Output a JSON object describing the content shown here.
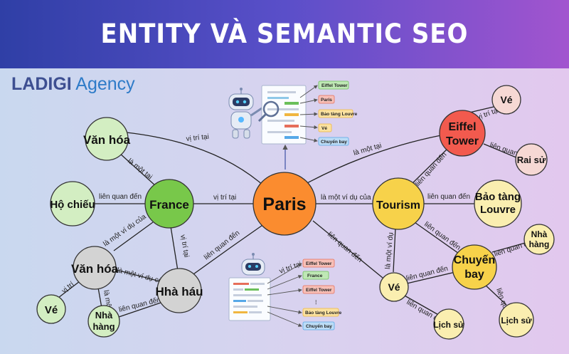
{
  "title": "ENTITY VÀ SEMANTIC SEO",
  "logo": {
    "part1": "LADIGI",
    "part2": " Agency"
  },
  "nodes": {
    "paris": "Paris",
    "france": "France",
    "tourism": "Tourism",
    "van_hoa_top": "Văn hóa",
    "ho_chieu": "Hộ chiếu",
    "van_hoa_bottom": "Văn hóa",
    "ve_left": "Vé",
    "nha_hang_left": [
      "Nhà",
      "hàng"
    ],
    "hha_hau": "Hhà háu",
    "eiffel_tower": [
      "Eiffel",
      "Tower"
    ],
    "ve_top_right": "Vé",
    "rai_su": "Rai sử",
    "bao_tang_louvre": [
      "Bảo tàng",
      "Louvre"
    ],
    "chuyen_bay": [
      "Chuyến",
      "bay"
    ],
    "nha_hang_right": [
      "Nhà",
      "hàng"
    ],
    "ve_bottom": "Vé",
    "lich_su_bottom": "Lịch sử",
    "lich_su_right": "Lịch sử"
  },
  "edges": {
    "vi_tri_tai_1": "vị trí tại",
    "vi_tri_tai_2": "vị trí tại",
    "la_mot_vi_du_cua_paris_tourism": "là một ví dụ của",
    "la_mot_tai_paris_eiffel": "là một tại",
    "lien_quan_den_paris_hha": "liên quan đến",
    "lien_quan_den_paris_ve": "liên quan đến",
    "la_mot_tai_vanhoa_france": "là một tại",
    "lien_quan_den_hochieu_france": "liên quan đến",
    "la_mot_vi_du_cua_france_vanhoa": "là một ví dụ của",
    "vi_tri_france_hha": "vị trí tại",
    "la_mot_vi_du_cua_vanhoa_hha": "là một ví dụ của",
    "vi_tri_vanhoa_ve": "vị trí",
    "la_mo_vanhoa_nha": "là mộ",
    "lien_quan_den_nha_hha": "liên quan đến",
    "lien_quan_den_tourism_eiffel": "liên quan đến",
    "vi_tri_tai_eiffel_ve": "vị trí tại",
    "lien_quan_eiffel_raisu": "liên quan",
    "lien_quan_den_tourism_louvre": "liên quan đến",
    "lien_quan_den_tourism_chuyen": "liên quan đến",
    "la_mot_vi_du_cua_tourism_ve": "là một ví dụ",
    "lien_quan_den_chuyen_nha": "liên quan đến",
    "lien_quan_den_ve_chuyen": "liên quan đến",
    "lien_quan_den_ve_lichsu": "liên quan đến",
    "lien_quan_chuyen_lichsu": "liên quan"
  },
  "doc_top_tags": [
    "Eiffel Tower",
    "Paris",
    "Bảo tàng Louvre",
    "Vé",
    "Chuyển bay"
  ],
  "doc_bottom_tags": [
    "Eiffel Tower",
    "France",
    "Eiffel Tower",
    "Bảo tàng Louvre",
    "Chuyển bay"
  ],
  "doc_bottom_label": "vị trí tại",
  "doc_bottom_dots": "⋮",
  "colors": {
    "paris": "#fb8c2f",
    "france": "#78c84a",
    "tourism": "#f7d24a",
    "eiffel": "#f25a4e",
    "green_light": "#d3eec2",
    "yellow_light": "#faeeb0",
    "pink_light": "#f6d8d4",
    "gray": "#d3d3d3"
  }
}
